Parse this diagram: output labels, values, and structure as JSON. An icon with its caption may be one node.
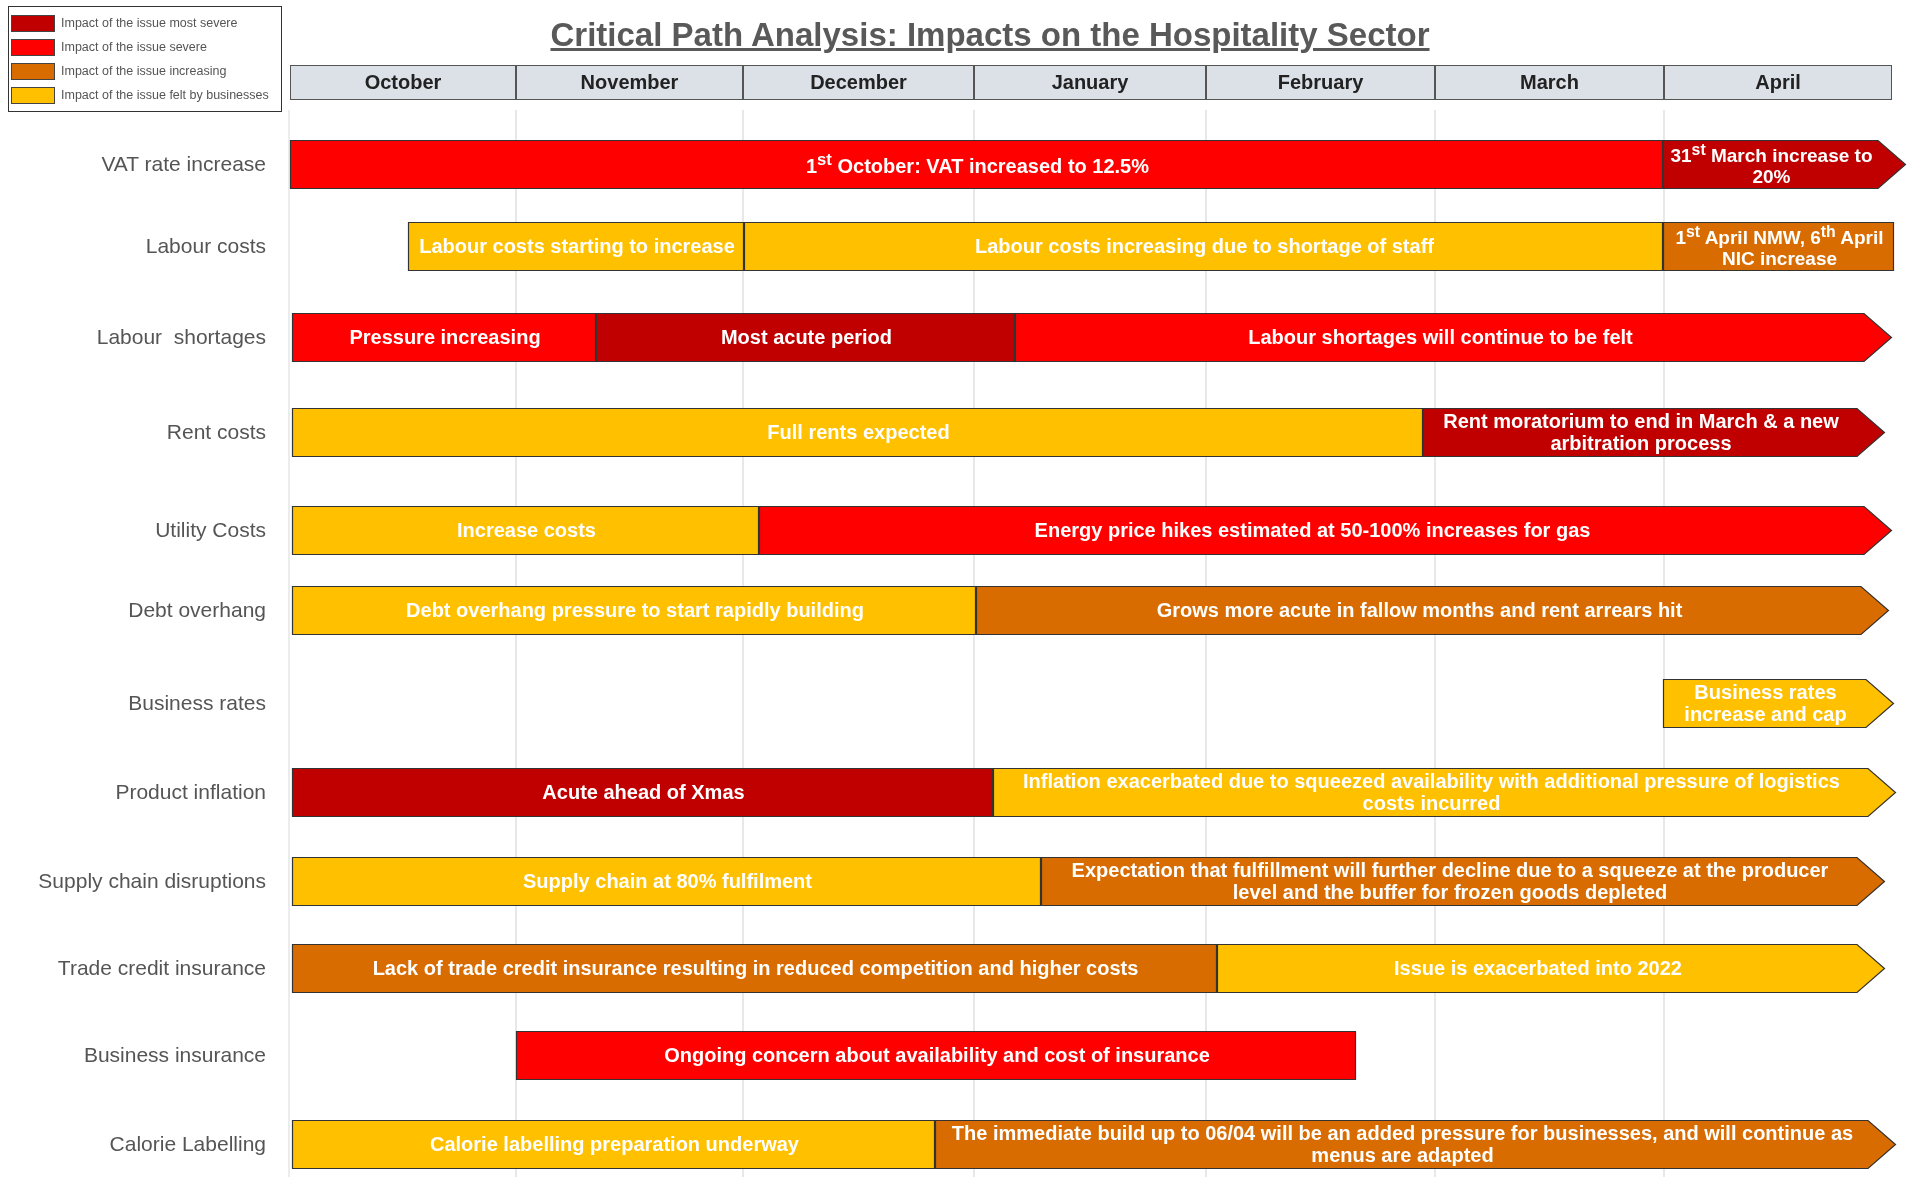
{
  "diagram": {
    "title": "Critical Path Analysis: Impacts on the Hospitality Sector",
    "nodes": [
      {
        "text": [
          "1$^{st}$ October: VAT increased to 12.5%"
        ]
      },
      {
        "text": [
          "31$^{st}$ March increase to 20%"
        ]
      },
      {
        "text": [
          "Labour costs starting to increase"
        ]
      },
      {
        "text": [
          "Labour costs increasing due to shortage of staff"
        ]
      },
      {
        "text": [
          "1$^{st}$ April NMW, 6$^{th}$ April NIC increase"
        ]
      },
      {
        "text": [
          "Pressure increasing"
        ]
      },
      {
        "text": [
          "Most acute period"
        ]
      },
      {
        "text": [
          "Labour shortages will continue to be felt"
        ]
      },
      {
        "text": [
          "Full rents expected"
        ]
      },
      {
        "text": [
          "Rent moratorium to end in March & a new arbitration process"
        ]
      },
      {
        "text": [
          "Increase costs"
        ]
      },
      {
        "text": [
          "Energy price hikes estimated at 50-100% increases for gas"
        ]
      },
      {
        "text": [
          "Debt overhang pressure to start rapidly building"
        ]
      },
      {
        "text": [
          "Grows more acute in fallow months and rent arrears hit"
        ]
      },
      {
        "text": [
          "Business rates increase and cap"
        ]
      },
      {
        "text": [
          "Acute ahead of Xmas"
        ]
      },
      {
        "text": [
          "Inflation exacerbated due to squeezed availability with additional pressure of logistics costs incurred"
        ]
      },
      {
        "text": [
          "Supply chain at 80% fulfilment"
        ]
      },
      {
        "text": [
          "Expectation that fulfillment will further decline due to a squeeze at the producer level and the buffer for frozen goods depleted"
        ]
      },
      {
        "text": [
          "Lack of trade credit insurance resulting in reduced competition and higher costs"
        ]
      },
      {
        "text": [
          "Issue is exacerbated into 2022"
        ]
      },
      {
        "text": [
          "Ongoing concern about availability and cost of insurance"
        ]
      },
      {
        "text": [
          "Calorie labelling preparation underway"
        ]
      },
      {
        "text": [
          "The immediate build up to 06/04 will be an added pressure for businesses, and will continue as menus are adapted"
        ]
      }
    ],
    "labels": [
      "October",
      "November",
      "December",
      "January",
      "February",
      "March",
      "April",
      "VAT rate increase",
      "Labour costs",
      "Labour  shortages",
      "Rent costs",
      "Utility Costs",
      "Debt overhang",
      "Business rates",
      "Product inflation",
      "Supply chain disruptions",
      "Trade credit insurance",
      "Business insurance",
      "Calorie Labelling"
    ],
    "legend": [
      {
        "text": "Impact of the issue most severe",
        "color": "#c00000"
      },
      {
        "text": "Impact of the issue severe",
        "color": "#ff0000"
      },
      {
        "text": "Impact of the issue increasing",
        "color": "#d86c00"
      },
      {
        "text": "Impact of the issue felt by businesses",
        "color": "#ffc000"
      }
    ]
  }
}
